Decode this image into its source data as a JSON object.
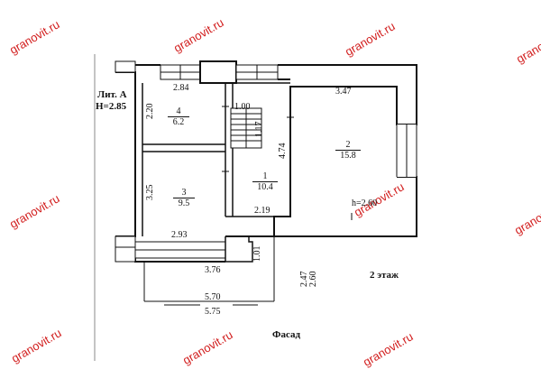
{
  "watermark": "granovit.ru",
  "litera": "Лит. А",
  "height_label": "Н=2.85",
  "floor_label": "2 этаж",
  "facade_label": "Фасад",
  "rooms": [
    {
      "number": "4",
      "area": "6.2"
    },
    {
      "number": "3",
      "area": "9.5"
    },
    {
      "number": "1",
      "area": "10.4"
    },
    {
      "number": "2",
      "area": "15.8"
    }
  ],
  "room2_height": "h=2.60",
  "dims": {
    "d284": "2.84",
    "d347": "3.47",
    "d220": "2.20",
    "d100": "1.00",
    "d117": "1.17",
    "d474": "4.74",
    "d325": "3.25",
    "d219": "2.19",
    "d293": "2.93",
    "d101": "1.01",
    "d376": "3.76",
    "d247": "2.47",
    "d260": "2.60",
    "d570": "5.70",
    "d575": "5.75"
  }
}
